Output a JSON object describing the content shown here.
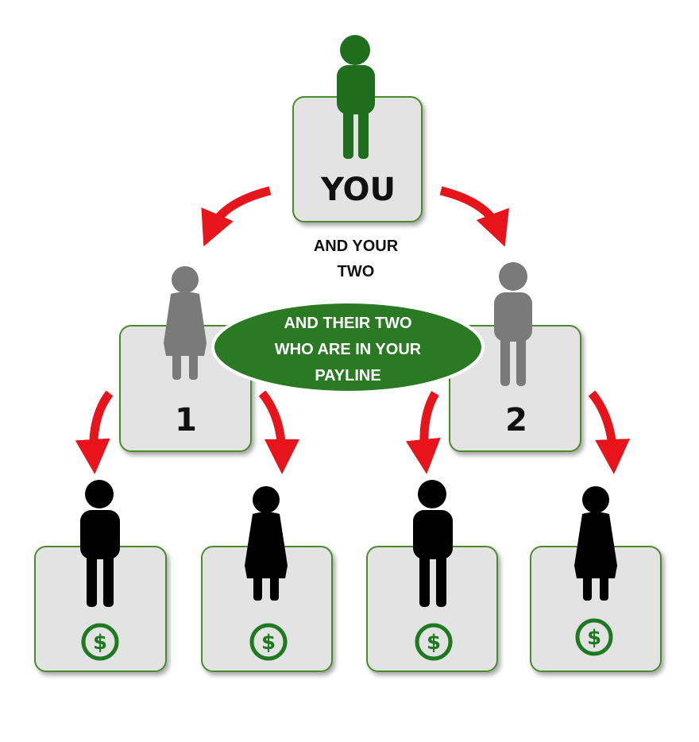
{
  "colors": {
    "box_fill": "#e3e3e3",
    "box_border": "#4d8a2e",
    "you_figure": "#1e6e1e",
    "downline_figure": "#7a7a7a",
    "payline_figure": "#000000",
    "arrow": "#e8141c",
    "bubble": "#2a7a23",
    "dollar": "#1e7a1e"
  },
  "nodes": {
    "you": {
      "label": "YOU",
      "icon": "person-icon"
    },
    "downline_1": {
      "label": "1",
      "icon": "person-female-icon"
    },
    "downline_2": {
      "label": "2",
      "icon": "person-icon"
    },
    "payline": [
      {
        "icon": "person-icon",
        "badge": "$"
      },
      {
        "icon": "person-female-icon",
        "badge": "$"
      },
      {
        "icon": "person-icon",
        "badge": "$"
      },
      {
        "icon": "person-female-icon",
        "badge": "$"
      }
    ]
  },
  "captions": {
    "your_two_line1": "AND YOUR",
    "your_two_line2": "TWO"
  },
  "bubble": {
    "line1": "AND THEIR TWO",
    "line2": "WHO ARE IN YOUR",
    "line3": "PAYLINE"
  }
}
